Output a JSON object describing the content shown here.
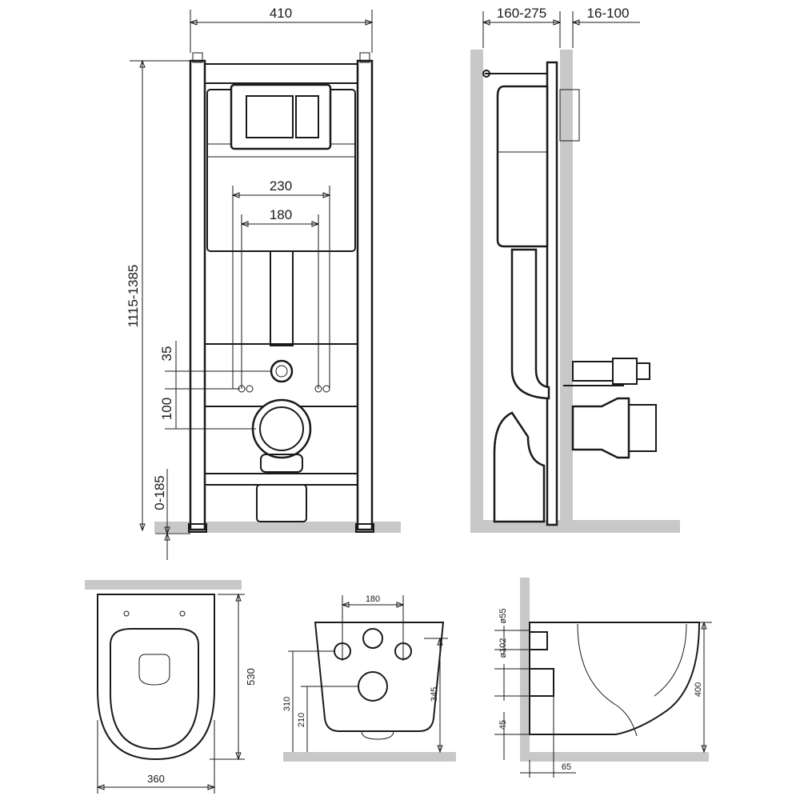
{
  "colors": {
    "line": "#1a1a1a",
    "wall": "#c8c8c8",
    "background": "#ffffff"
  },
  "front_view": {
    "width": "410",
    "height": "1115-1385",
    "inner_wide": "230",
    "inner_narrow": "180",
    "gap_small": "35",
    "gap_medium": "100",
    "foot_range": "0-185"
  },
  "side_view": {
    "depth_range": "160-275",
    "wall_range": "16-100"
  },
  "bowl_top_view": {
    "length": "530",
    "width": "360"
  },
  "bowl_back_view": {
    "spacing": "180",
    "height_left": "310",
    "height_inner": "210",
    "height_right": "345"
  },
  "bowl_side_view": {
    "pipe_small": "ø55",
    "pipe_large": "ø102",
    "height": "400",
    "bottom_offset": "45",
    "wall_offset": "65"
  }
}
